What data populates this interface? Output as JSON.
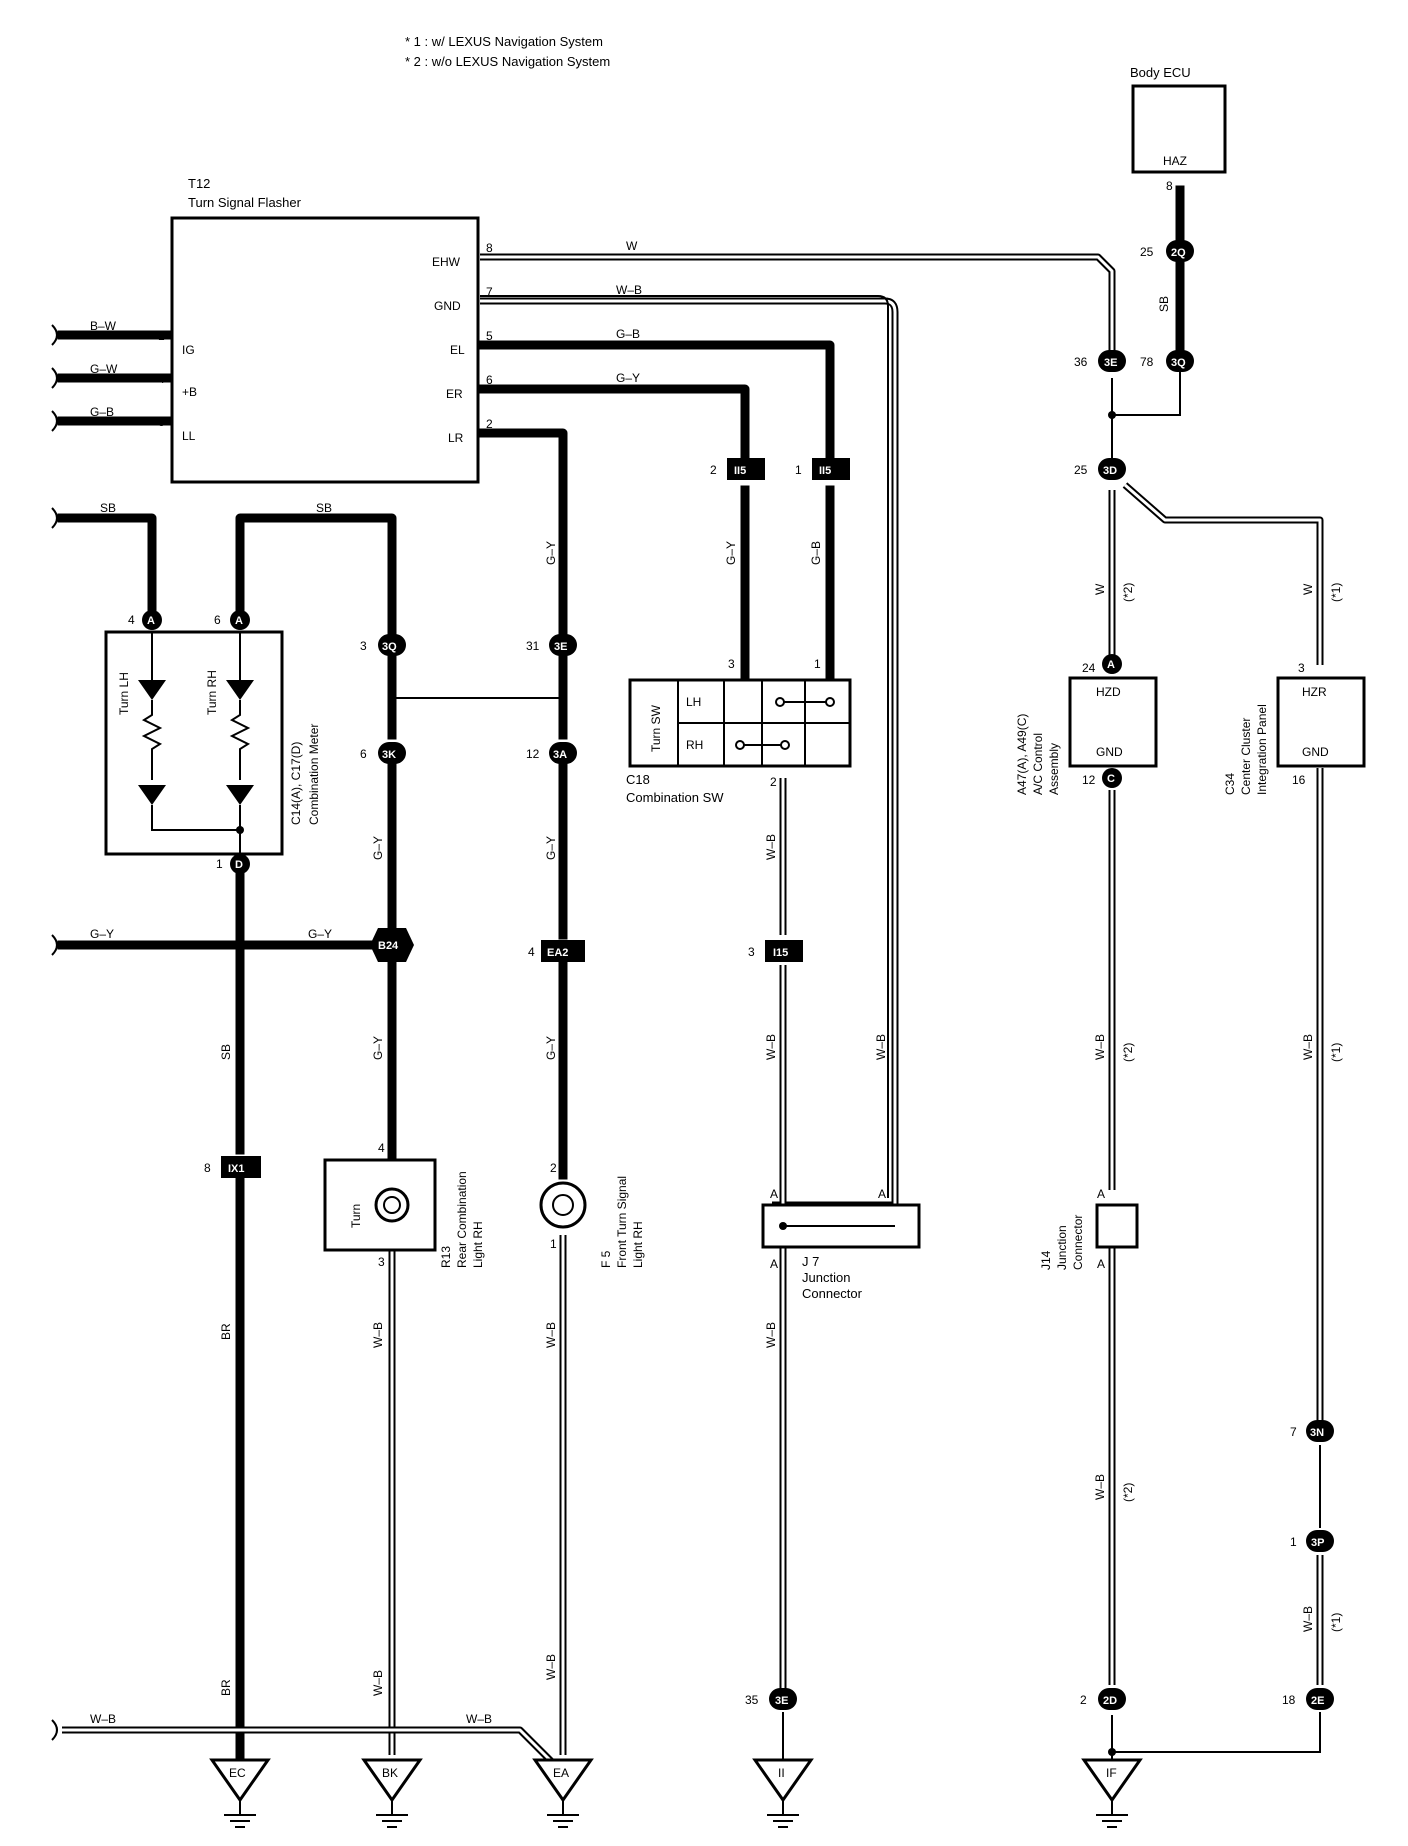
{
  "notes": [
    "* 1 : w/ LEXUS Navigation System",
    "* 2 : w/o LEXUS Navigation System"
  ],
  "components": {
    "flasher": {
      "id": "T12",
      "name": "Turn Signal Flasher",
      "pins_right": [
        "EHW",
        "GND",
        "EL",
        "ER",
        "LR"
      ],
      "pins_left": [
        "IG",
        "+B",
        "LL"
      ],
      "pin_nums_right": [
        "8",
        "7",
        "5",
        "6",
        "2"
      ],
      "pin_nums_left": [
        "1",
        "4",
        "3"
      ]
    },
    "body_ecu": {
      "name": "Body ECU",
      "pin": "HAZ",
      "pin_num": "8"
    },
    "meter": {
      "id": "C14(A), C17(D)",
      "name": "Combination Meter",
      "lamp_lh": "Turn LH",
      "lamp_rh": "Turn RH"
    },
    "combo_sw": {
      "id": "C18",
      "name": "Combination SW",
      "label": "Turn SW",
      "lh": "LH",
      "rh": "RH"
    },
    "ac_control": {
      "id": "A47(A), A49(C)",
      "name1": "A/C Control",
      "name2": "Assembly",
      "pin_top": "HZD",
      "pin_bot": "GND"
    },
    "cluster": {
      "id": "C34",
      "name1": "Center Cluster",
      "name2": "Integration Panel",
      "pin_top": "HZR",
      "pin_bot": "GND"
    },
    "rear_light": {
      "id": "R13",
      "name1": "Rear Combination",
      "name2": "Light RH",
      "label": "Turn"
    },
    "front_light": {
      "id": "F 5",
      "name1": "Front Turn Signal",
      "name2": "Light RH"
    },
    "j7": {
      "id": "J 7",
      "name1": "Junction",
      "name2": "Connector"
    },
    "j14": {
      "id": "J14",
      "name1": "Junction",
      "name2": "Connector"
    }
  },
  "wire_colors": {
    "bw": "B–W",
    "gw": "G–W",
    "gb": "G–B",
    "sb": "SB",
    "w": "W",
    "wb": "W–B",
    "gy": "G–Y",
    "br": "BR",
    "star1": "(*1)",
    "star2": "(*2)"
  },
  "connectors": {
    "c2q": "2Q",
    "c3e": "3E",
    "c3q": "3Q",
    "c3d": "3D",
    "c3k": "3K",
    "c3a": "3A",
    "b24": "B24",
    "ea2": "EA2",
    "ii5": "II5",
    "i15": "I15",
    "ix1": "IX1",
    "c3n": "3N",
    "c3p": "3P",
    "c2d": "2D",
    "c2e": "2E",
    "a": "A",
    "c": "C",
    "d": "D"
  },
  "grounds": [
    "EC",
    "BK",
    "EA",
    "II",
    "IF"
  ]
}
